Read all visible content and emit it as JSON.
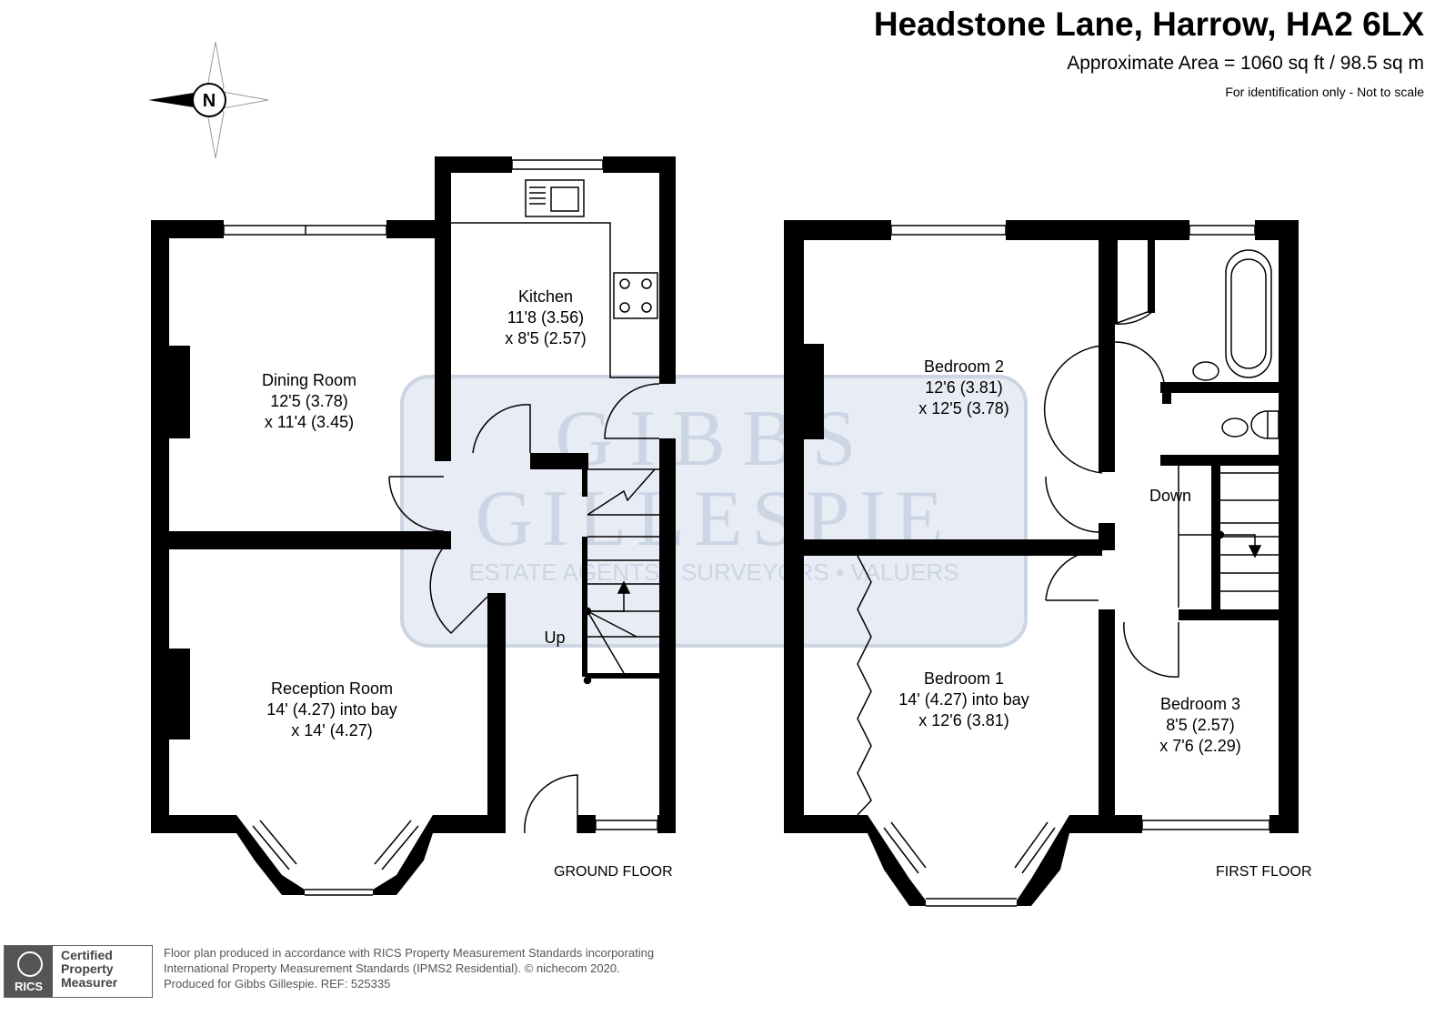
{
  "header": {
    "title": "Headstone Lane, Harrow, HA2 6LX",
    "area": "Approximate Area = 1060 sq ft / 98.5 sq m",
    "note": "For identification only - Not to scale"
  },
  "compass": {
    "letter": "N",
    "icon": "north-compass-icon"
  },
  "watermark": {
    "line1": "GIBBS",
    "line2": "GILLESPIE",
    "line3": "ESTATE AGENTS • SURVEYORS • VALUERS"
  },
  "ground_floor": {
    "label": "GROUND FLOOR",
    "rooms": [
      {
        "name": "Dining Room",
        "dim1": "12'5 (3.78)",
        "dim2": "x 11'4 (3.45)"
      },
      {
        "name": "Kitchen",
        "dim1": "11'8 (3.56)",
        "dim2": "x 8'5 (2.57)"
      },
      {
        "name": "Reception Room",
        "dim1": "14' (4.27) into bay",
        "dim2": "x 14' (4.27)"
      }
    ],
    "stairs_label": "Up"
  },
  "first_floor": {
    "label": "FIRST FLOOR",
    "rooms": [
      {
        "name": "Bedroom 2",
        "dim1": "12'6 (3.81)",
        "dim2": "x 12'5 (3.78)"
      },
      {
        "name": "Bedroom 1",
        "dim1": "14' (4.27) into bay",
        "dim2": "x 12'6 (3.81)"
      },
      {
        "name": "Bedroom 3",
        "dim1": "8'5 (2.57)",
        "dim2": "x 7'6 (2.29)"
      }
    ],
    "stairs_label": "Down"
  },
  "footer": {
    "line1": "Floor plan produced in accordance with RICS Property Measurement Standards incorporating",
    "line2": "International Property Measurement Standards (IPMS2 Residential).   © nichecom 2020.",
    "line3": "Produced for Gibbs Gillespie.   REF:  525335",
    "badge_logo": "RICS",
    "badge_line1": "Certified",
    "badge_line2": "Property",
    "badge_line3": "Measurer"
  },
  "colors": {
    "wall": "#000000",
    "watermark": "#ccd5e3"
  }
}
